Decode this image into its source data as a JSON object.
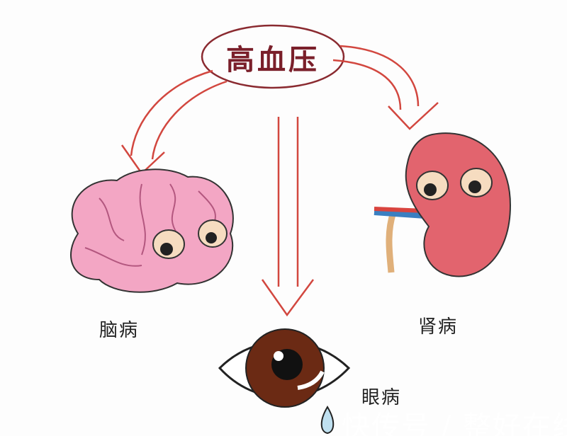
{
  "title": "高血压",
  "labels": {
    "brain": "脑病",
    "kidney": "肾病",
    "eye": "眼病"
  },
  "watermark": "快传号 / 整好在线",
  "colors": {
    "arrow": "#d2473f",
    "ellipse": "#8a2a30",
    "brain": "#f3a6c4",
    "kidney": "#e2646e",
    "eye": "#6b2a14"
  }
}
